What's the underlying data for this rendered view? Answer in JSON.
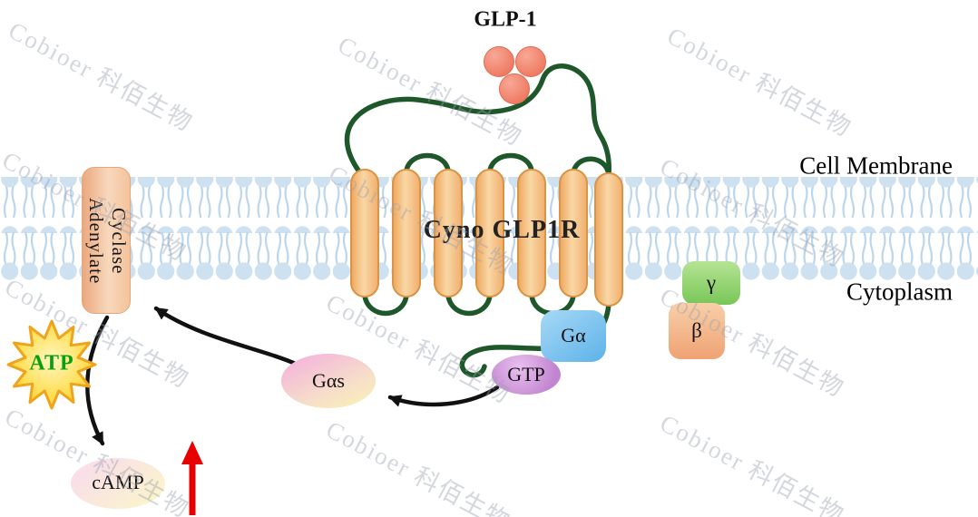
{
  "labels": {
    "ligand": "GLP-1",
    "receptor": "Cyno GLP1R",
    "cell_membrane": "Cell Membrane",
    "cytoplasm": "Cytoplasm",
    "adenylate_cyclase_line1": "Adenylate",
    "adenylate_cyclase_line2": "Cyclase",
    "atp": "ATP",
    "camp": "cAMP",
    "g_alpha_s": "Gαs",
    "gtp": "GTP",
    "g_alpha": "Gα",
    "gamma_subunit": "γ",
    "beta_subunit": "β"
  },
  "watermark": {
    "text": "Cobioer 科佰生物"
  },
  "colors": {
    "membrane_head": "#cde1f1",
    "membrane_tail": "#bcd6eb",
    "helix_fill": "#f9d7a6",
    "helix_border": "#d99446",
    "receptor_loop_green": "#1d572a",
    "ligand_red": "#ee7a61",
    "atp_text_green": "#0a9f0f",
    "atp_star_yellow": "#ffd84f",
    "arrow_black": "#111111",
    "arrow_red": "#e60000",
    "g_alpha_blue": "#5cb2e9",
    "gamma_green": "#78c657",
    "beta_orange": "#efa273",
    "gtp_purple": "#c184cf",
    "gas_pink": "#f4b9da",
    "camp_cream": "#fbf3cd",
    "adenylate_cyclase_peach": "#f3c39c"
  }
}
